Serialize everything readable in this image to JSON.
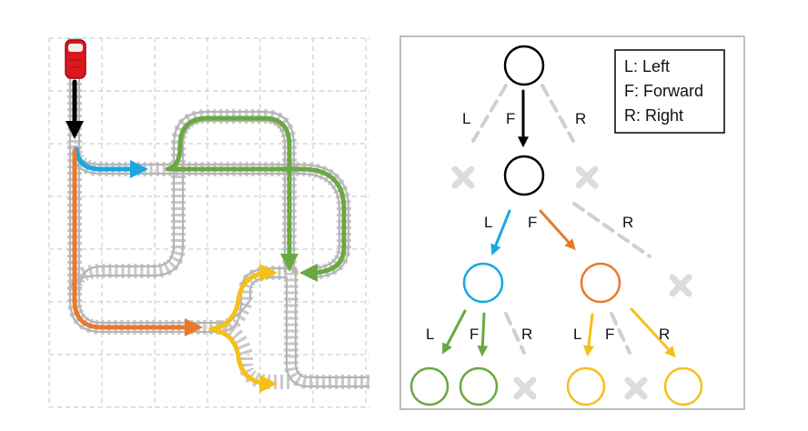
{
  "legend": {
    "items": [
      "L: Left",
      "F: Forward",
      "R: Right"
    ]
  },
  "colors": {
    "black": "#000000",
    "blue": "#1aa7e0",
    "orange": "#e8792c",
    "green": "#6aa842",
    "yellow": "#f5c018",
    "train": "#d9191e",
    "dead_end": "#dedede",
    "grid": "#cfcfcf",
    "track": "#b7b7b7"
  },
  "tree": {
    "edges": [
      {
        "label": "L",
        "kind": "dead"
      },
      {
        "label": "F",
        "kind": "active",
        "color": "black"
      },
      {
        "label": "R",
        "kind": "dead"
      },
      {
        "label": "L",
        "kind": "active",
        "color": "blue"
      },
      {
        "label": "F",
        "kind": "active",
        "color": "orange"
      },
      {
        "label": "R",
        "kind": "dead"
      },
      {
        "label": "L",
        "kind": "active",
        "color": "green"
      },
      {
        "label": "F",
        "kind": "active",
        "color": "green"
      },
      {
        "label": "R",
        "kind": "dead"
      },
      {
        "label": "L",
        "kind": "active",
        "color": "yellow"
      },
      {
        "label": "F",
        "kind": "dead"
      },
      {
        "label": "R",
        "kind": "active",
        "color": "yellow"
      }
    ]
  },
  "icons": {
    "train": "train-icon",
    "dead_end": "x-mark-icon",
    "node": "circle-node-icon"
  }
}
